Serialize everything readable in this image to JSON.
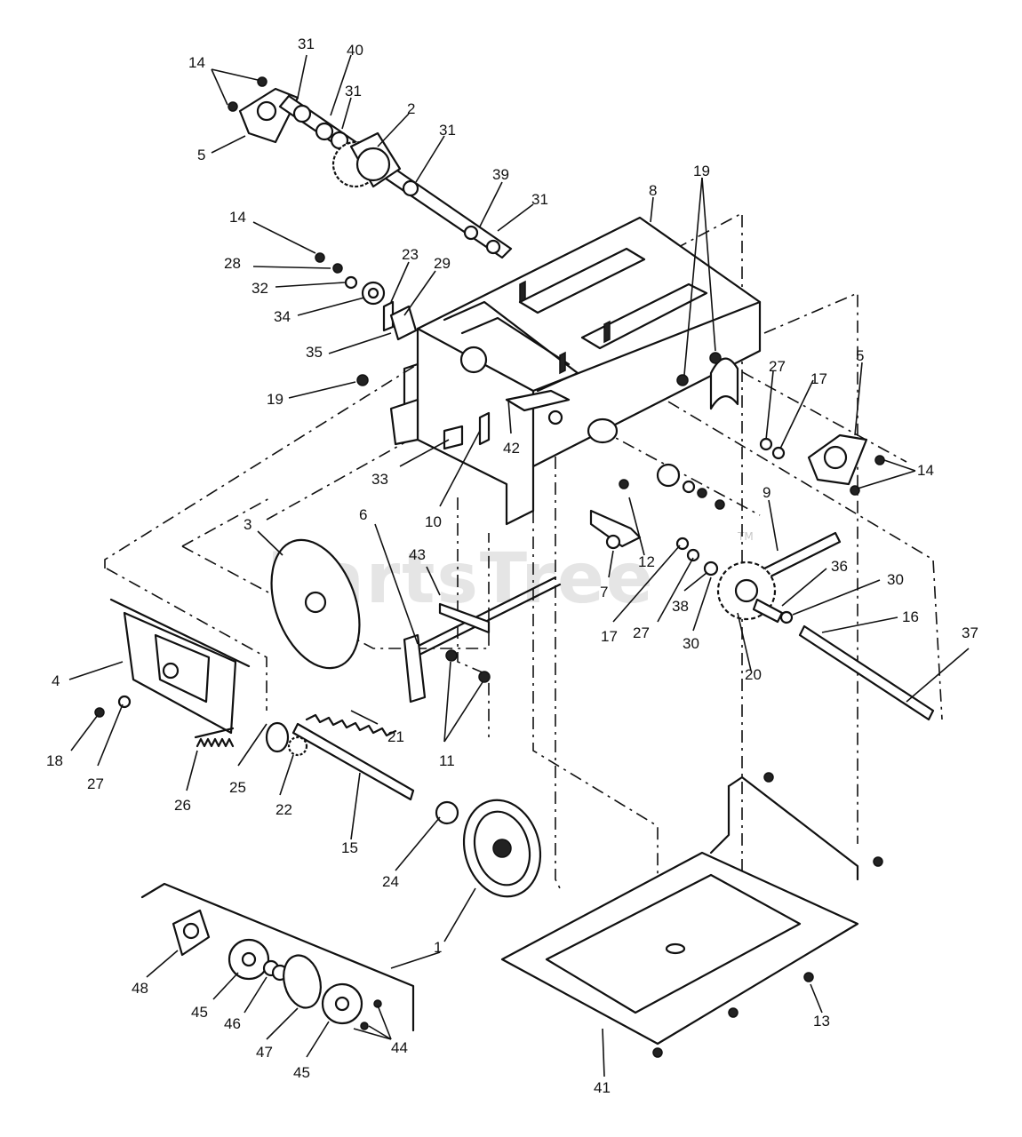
{
  "watermark": {
    "text": "PartsTree",
    "trademark": "TM"
  },
  "callouts": [
    {
      "id": "c14a",
      "label": "14"
    },
    {
      "id": "c31a",
      "label": "31"
    },
    {
      "id": "c40",
      "label": "40"
    },
    {
      "id": "c31b",
      "label": "31"
    },
    {
      "id": "c2",
      "label": "2"
    },
    {
      "id": "c5a",
      "label": "5"
    },
    {
      "id": "c31c",
      "label": "31"
    },
    {
      "id": "c39",
      "label": "39"
    },
    {
      "id": "c31d",
      "label": "31"
    },
    {
      "id": "c8",
      "label": "8"
    },
    {
      "id": "c19a",
      "label": "19"
    },
    {
      "id": "c14b",
      "label": "14"
    },
    {
      "id": "c28",
      "label": "28"
    },
    {
      "id": "c23",
      "label": "23"
    },
    {
      "id": "c29",
      "label": "29"
    },
    {
      "id": "c32",
      "label": "32"
    },
    {
      "id": "c34",
      "label": "34"
    },
    {
      "id": "c35",
      "label": "35"
    },
    {
      "id": "c19b",
      "label": "19"
    },
    {
      "id": "c27a",
      "label": "27"
    },
    {
      "id": "c17a",
      "label": "17"
    },
    {
      "id": "c5b",
      "label": "5"
    },
    {
      "id": "c14c",
      "label": "14"
    },
    {
      "id": "c42",
      "label": "42"
    },
    {
      "id": "c33",
      "label": "33"
    },
    {
      "id": "c10",
      "label": "10"
    },
    {
      "id": "c9",
      "label": "9"
    },
    {
      "id": "c3",
      "label": "3"
    },
    {
      "id": "c6",
      "label": "6"
    },
    {
      "id": "c43",
      "label": "43"
    },
    {
      "id": "c12",
      "label": "12"
    },
    {
      "id": "c7",
      "label": "7"
    },
    {
      "id": "c36",
      "label": "36"
    },
    {
      "id": "c30a",
      "label": "30"
    },
    {
      "id": "c16",
      "label": "16"
    },
    {
      "id": "c17b",
      "label": "17"
    },
    {
      "id": "c27b",
      "label": "27"
    },
    {
      "id": "c38",
      "label": "38"
    },
    {
      "id": "c30b",
      "label": "30"
    },
    {
      "id": "c37",
      "label": "37"
    },
    {
      "id": "c4",
      "label": "4"
    },
    {
      "id": "c21",
      "label": "21"
    },
    {
      "id": "c20",
      "label": "20"
    },
    {
      "id": "c11",
      "label": "11"
    },
    {
      "id": "c18",
      "label": "18"
    },
    {
      "id": "c27c",
      "label": "27"
    },
    {
      "id": "c25",
      "label": "25"
    },
    {
      "id": "c22",
      "label": "22"
    },
    {
      "id": "c26",
      "label": "26"
    },
    {
      "id": "c15",
      "label": "15"
    },
    {
      "id": "c24",
      "label": "24"
    },
    {
      "id": "c1",
      "label": "1"
    },
    {
      "id": "c48",
      "label": "48"
    },
    {
      "id": "c45a",
      "label": "45"
    },
    {
      "id": "c46",
      "label": "46"
    },
    {
      "id": "c47",
      "label": "47"
    },
    {
      "id": "c44",
      "label": "44"
    },
    {
      "id": "c45b",
      "label": "45"
    },
    {
      "id": "c13",
      "label": "13"
    },
    {
      "id": "c41",
      "label": "41"
    }
  ]
}
